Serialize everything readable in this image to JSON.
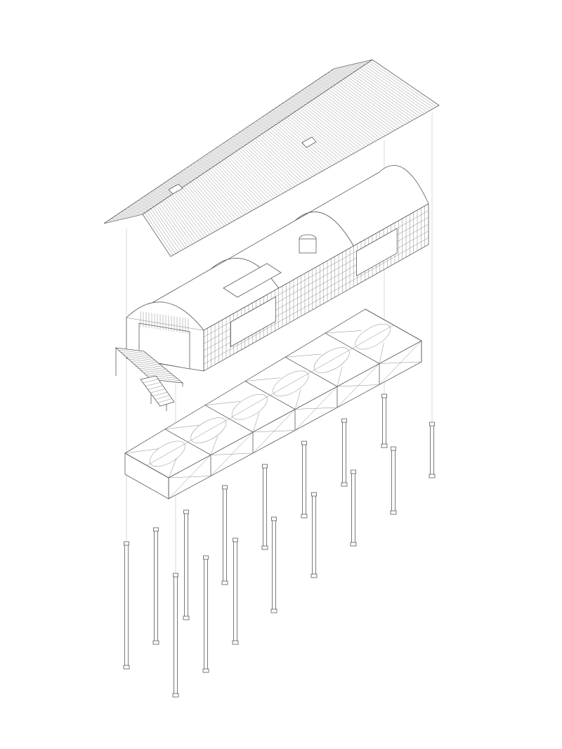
{
  "drawing": {
    "line_color": "#5a5a5a",
    "background": "#ffffff",
    "components": [
      "roof",
      "cabin",
      "entry-deck",
      "floor-frame",
      "piles"
    ]
  }
}
